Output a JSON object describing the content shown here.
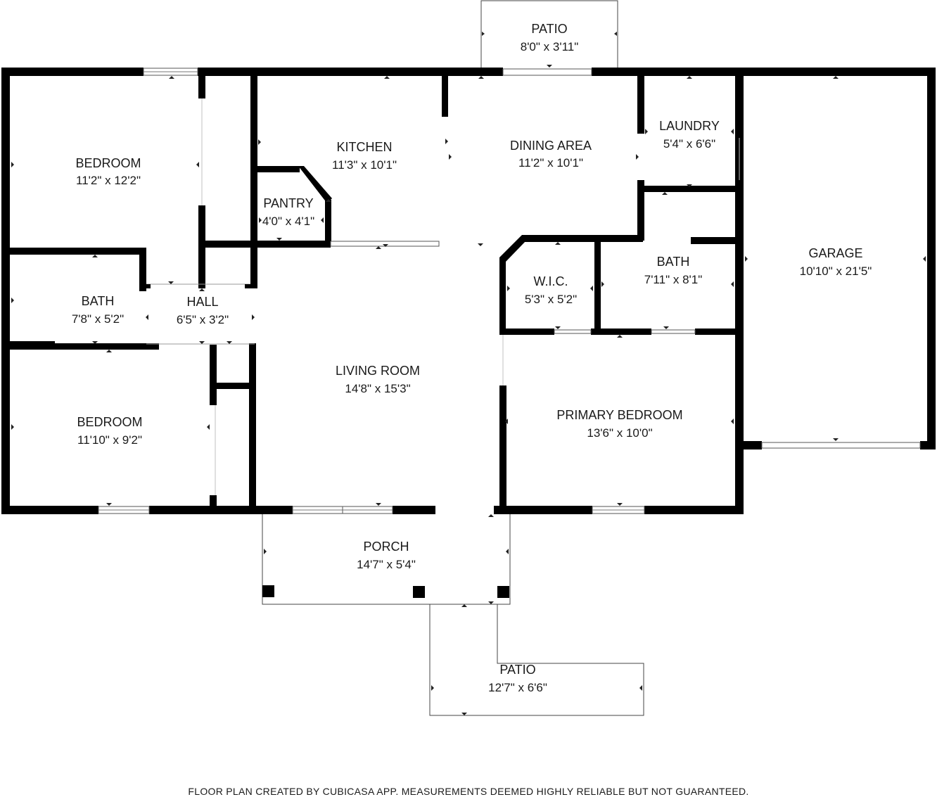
{
  "rooms": {
    "patio_top": {
      "name": "PATIO",
      "size": "8'0\" x 3'11\""
    },
    "bedroom_1": {
      "name": "BEDROOM",
      "size": "11'2\" x 12'2\""
    },
    "kitchen": {
      "name": "KITCHEN",
      "size": "11'3\" x 10'1\""
    },
    "dining_area": {
      "name": "DINING AREA",
      "size": "11'2\" x 10'1\""
    },
    "laundry": {
      "name": "LAUNDRY",
      "size": "5'4\" x 6'6\""
    },
    "pantry": {
      "name": "PANTRY",
      "size": "4'0\" x 4'1\""
    },
    "garage": {
      "name": "GARAGE",
      "size": "10'10\" x 21'5\""
    },
    "bath_primary": {
      "name": "BATH",
      "size": "7'11\" x 8'1\""
    },
    "wic": {
      "name": "W.I.C.",
      "size": "5'3\" x 5'2\""
    },
    "bath_hall": {
      "name": "BATH",
      "size": "7'8\" x 5'2\""
    },
    "hall": {
      "name": "HALL",
      "size": "6'5\" x 3'2\""
    },
    "living_room": {
      "name": "LIVING ROOM",
      "size": "14'8\" x 15'3\""
    },
    "primary_bedroom": {
      "name": "PRIMARY BEDROOM",
      "size": "13'6\" x 10'0\""
    },
    "bedroom_2": {
      "name": "BEDROOM",
      "size": "11'10\" x 9'2\""
    },
    "porch": {
      "name": "PORCH",
      "size": "14'7\" x 5'4\""
    },
    "patio_bottom": {
      "name": "PATIO",
      "size": "12'7\" x 6'6\""
    }
  },
  "footer": "FLOOR PLAN CREATED BY CUBICASA APP. MEASUREMENTS DEEMED HIGHLY RELIABLE BUT NOT GUARANTEED."
}
